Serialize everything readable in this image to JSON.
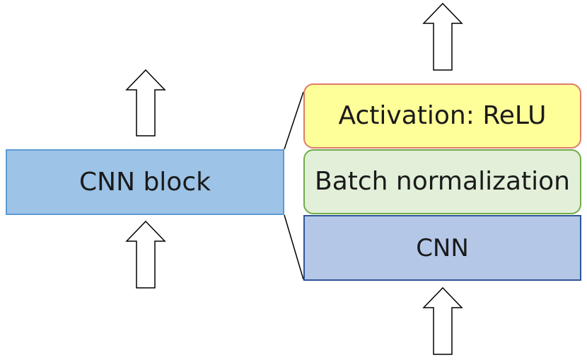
{
  "left": {
    "block_label": "CNN block"
  },
  "right": {
    "activation_label": "Activation: ReLU",
    "batchnorm_label": "Batch normalization",
    "cnn_label": "CNN"
  },
  "colors": {
    "cnn_block_fill": "#9dc3e6",
    "cnn_block_border": "#5b9bd5",
    "activation_fill": "#ffff99",
    "activation_border": "#e07b6a",
    "batchnorm_fill": "#e2efd9",
    "batchnorm_border": "#70ad47",
    "cnn_fill": "#b4c7e7",
    "cnn_border": "#2f5597",
    "arrow_stroke": "#000000"
  }
}
